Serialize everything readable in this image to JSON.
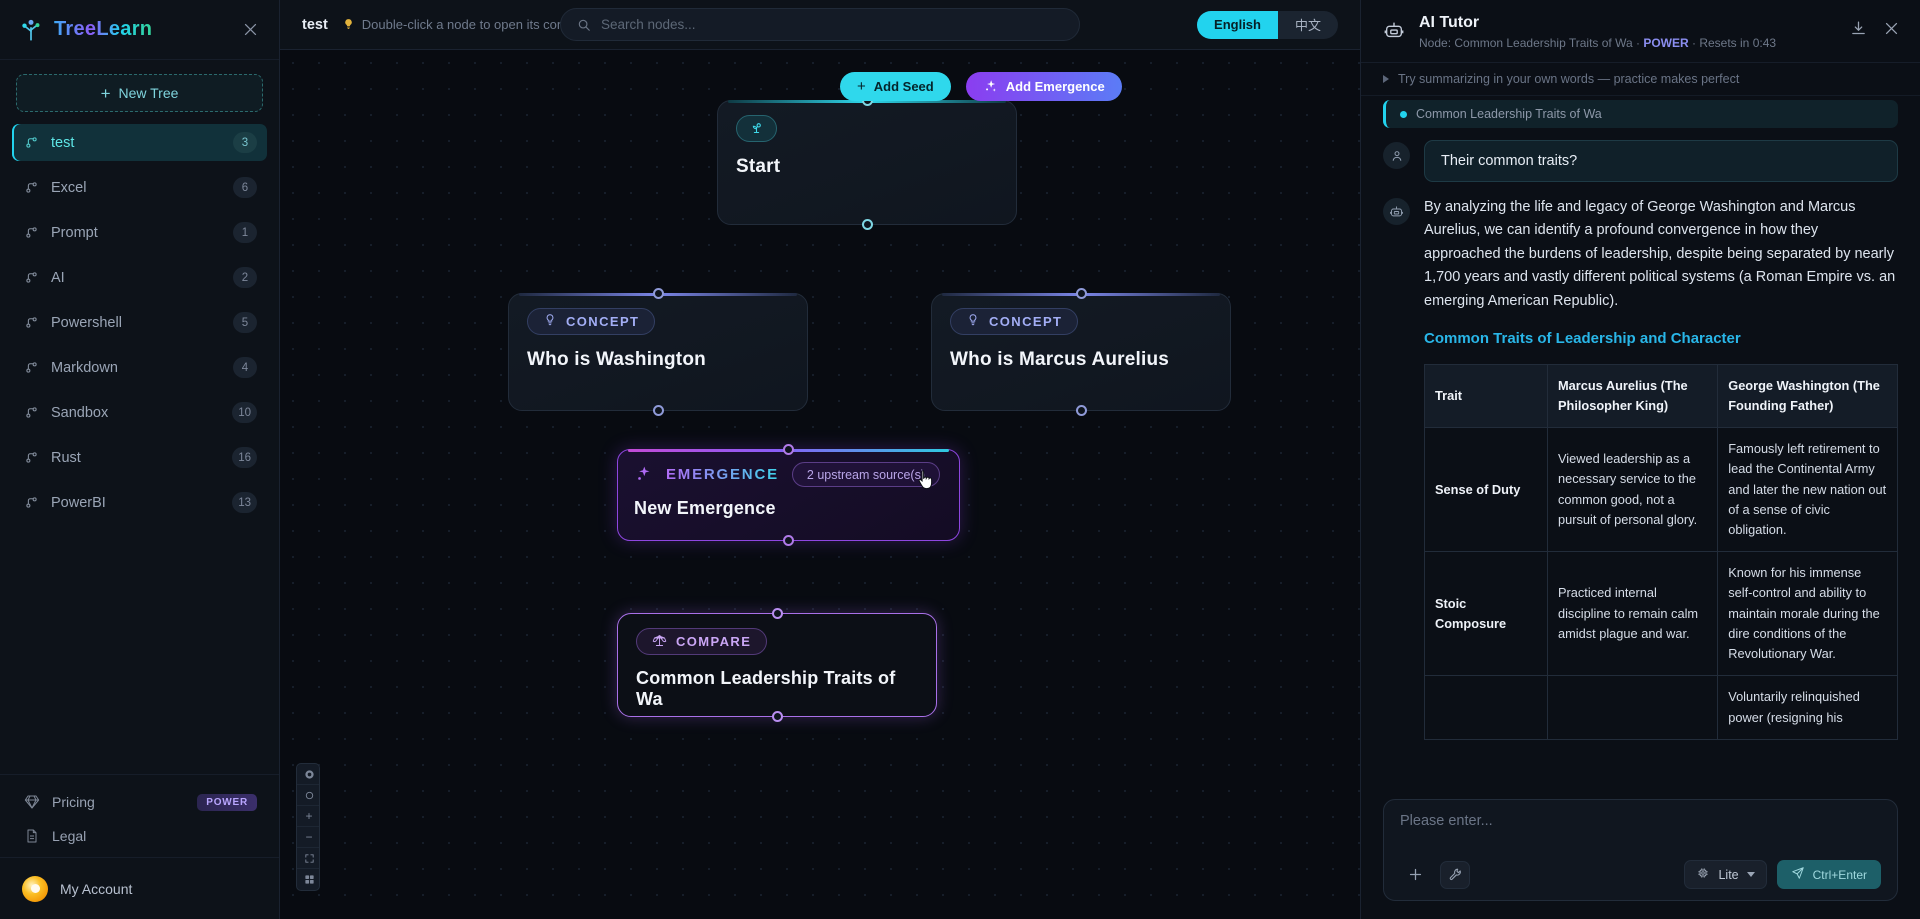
{
  "sidebar": {
    "brand": "TreeLearn",
    "new_tree_label": "New Tree",
    "trees": [
      {
        "label": "test",
        "count": "3"
      },
      {
        "label": "Excel",
        "count": "6"
      },
      {
        "label": "Prompt",
        "count": "1"
      },
      {
        "label": "AI",
        "count": "2"
      },
      {
        "label": "Powershell",
        "count": "5"
      },
      {
        "label": "Markdown",
        "count": "4"
      },
      {
        "label": "Sandbox",
        "count": "10"
      },
      {
        "label": "Rust",
        "count": "16"
      },
      {
        "label": "PowerBI",
        "count": "13"
      }
    ],
    "footer": {
      "pricing_label": "Pricing",
      "pricing_badge": "POWER",
      "legal_label": "Legal",
      "account_label": "My Account"
    }
  },
  "topbar": {
    "tree_name": "test",
    "hint": "Double-click a node to open its conversation",
    "search_placeholder": "Search nodes...",
    "search_value": "",
    "lang_english": "English",
    "lang_chinese": "中文",
    "lang_selected": "English"
  },
  "canvas": {
    "add_seed_label": "Add Seed",
    "add_emergence_label": "Add Emergence",
    "nodes": [
      {
        "badge": "",
        "title": "Start"
      },
      {
        "badge": "CONCEPT",
        "title": "Who is Washington"
      },
      {
        "badge": "CONCEPT",
        "title": "Who is Marcus Aurelius"
      },
      {
        "badge": "EMERGENCE",
        "title": "New Emergence",
        "pill": "2 upstream source(s)"
      },
      {
        "badge": "COMPARE",
        "title": "Common Leadership Traits of Wa"
      }
    ]
  },
  "tutor": {
    "title": "AI Tutor",
    "subtitle_prefix": "Node: Common Leadership Traits of Wa · ",
    "subtitle_power": "POWER",
    "subtitle_suffix": " · Resets in 0:43",
    "tip": "Try summarizing in your own words — practice makes perfect",
    "context_chip": "Common Leadership Traits of Wa",
    "user_message": "Their common traits?",
    "ai_paragraph": "By analyzing the life and legacy of George Washington and Marcus Aurelius, we can identify a profound convergence in how they approached the burdens of leadership, despite being separated by nearly 1,700 years and vastly different political systems (a Roman Empire vs. an emerging American Republic).",
    "ai_heading": "Common Traits of Leadership and Character",
    "table": {
      "headers": [
        "Trait",
        "Marcus Aurelius (The Philosopher King)",
        "George Washington (The Founding Father)"
      ],
      "rows": [
        [
          "Sense of Duty",
          "Viewed leadership as a necessary service to the common good, not a pursuit of personal glory.",
          "Famously left retirement to lead the Continental Army and later the new nation out of a sense of civic obligation."
        ],
        [
          "Stoic Composure",
          "Practiced internal discipline to remain calm amidst plague and war.",
          "Known for his immense self-control and ability to maintain morale during the dire conditions of the Revolutionary War."
        ],
        [
          "",
          "",
          "Voluntarily relinquished power (resigning his"
        ]
      ]
    },
    "composer": {
      "placeholder": "Please enter...",
      "value": "",
      "model_label": "Lite",
      "send_label": "Ctrl+Enter"
    }
  },
  "colors": {
    "accent_cyan": "#22d3ee",
    "accent_purple": "#8b5cf6",
    "power_badge": "#8b8ef0"
  }
}
